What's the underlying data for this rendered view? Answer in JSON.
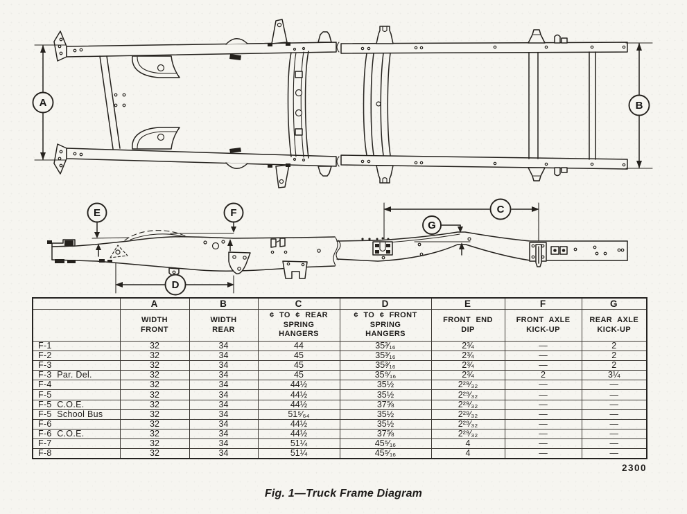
{
  "figure": {
    "caption": "Fig. 1—Truck Frame Diagram",
    "plate_number": "2300",
    "callouts": {
      "a": "A",
      "b": "B",
      "c": "C",
      "d": "D",
      "e": "E",
      "f": "F",
      "g": "G"
    }
  },
  "table": {
    "letter_headers": [
      "",
      "A",
      "B",
      "C",
      "D",
      "E",
      "F",
      "G"
    ],
    "column_headers": [
      "",
      "WIDTH\nFRONT",
      "WIDTH\nREAR",
      "¢ TO ¢ REAR\nSPRING\nHANGERS",
      "¢ TO ¢ FRONT\nSPRING\nHANGERS",
      "FRONT END\nDIP",
      "FRONT AXLE\nKICK-UP",
      "REAR AXLE\nKICK-UP"
    ],
    "rows": [
      {
        "model": "F-1",
        "values": [
          "32",
          "34",
          "44",
          "35³⁄₁₆",
          "2¾",
          "—",
          "2"
        ]
      },
      {
        "model": "F-2",
        "values": [
          "32",
          "34",
          "45",
          "35³⁄₁₆",
          "2¾",
          "—",
          "2"
        ]
      },
      {
        "model": "F-3",
        "values": [
          "32",
          "34",
          "45",
          "35³⁄₁₆",
          "2¾",
          "—",
          "2"
        ]
      },
      {
        "model": "F-3  Par. Del.",
        "values": [
          "32",
          "34",
          "45",
          "35⁹⁄₁₆",
          "2¾",
          "2",
          "3¼"
        ]
      },
      {
        "model": "F-4",
        "values": [
          "32",
          "34",
          "44½",
          "35½",
          "2²⁹⁄₃₂",
          "—",
          "—"
        ]
      },
      {
        "model": "F-5",
        "values": [
          "32",
          "34",
          "44½",
          "35½",
          "2²⁹⁄₃₂",
          "—",
          "—"
        ]
      },
      {
        "model": "F-5  C.O.E.",
        "values": [
          "32",
          "34",
          "44½",
          "37⅝",
          "2²⁹⁄₃₂",
          "—",
          "—"
        ]
      },
      {
        "model": "F-5  School Bus",
        "values": [
          "32",
          "34",
          "51⁵⁄₆₄",
          "35½",
          "2²⁹⁄₃₂",
          "—",
          "—"
        ]
      },
      {
        "model": "F-6",
        "values": [
          "32",
          "34",
          "44½",
          "35½",
          "2²⁹⁄₃₂",
          "—",
          "—"
        ]
      },
      {
        "model": "F-6  C.O.E.",
        "values": [
          "32",
          "34",
          "44½",
          "37⅝",
          "2²⁹⁄₃₂",
          "—",
          "—"
        ]
      },
      {
        "model": "F-7",
        "values": [
          "32",
          "34",
          "51¼",
          "45⁵⁄₁₆",
          "4",
          "—",
          "—"
        ]
      },
      {
        "model": "F-8",
        "values": [
          "32",
          "34",
          "51¼",
          "45⁵⁄₁₆",
          "4",
          "—",
          "—"
        ]
      }
    ]
  }
}
